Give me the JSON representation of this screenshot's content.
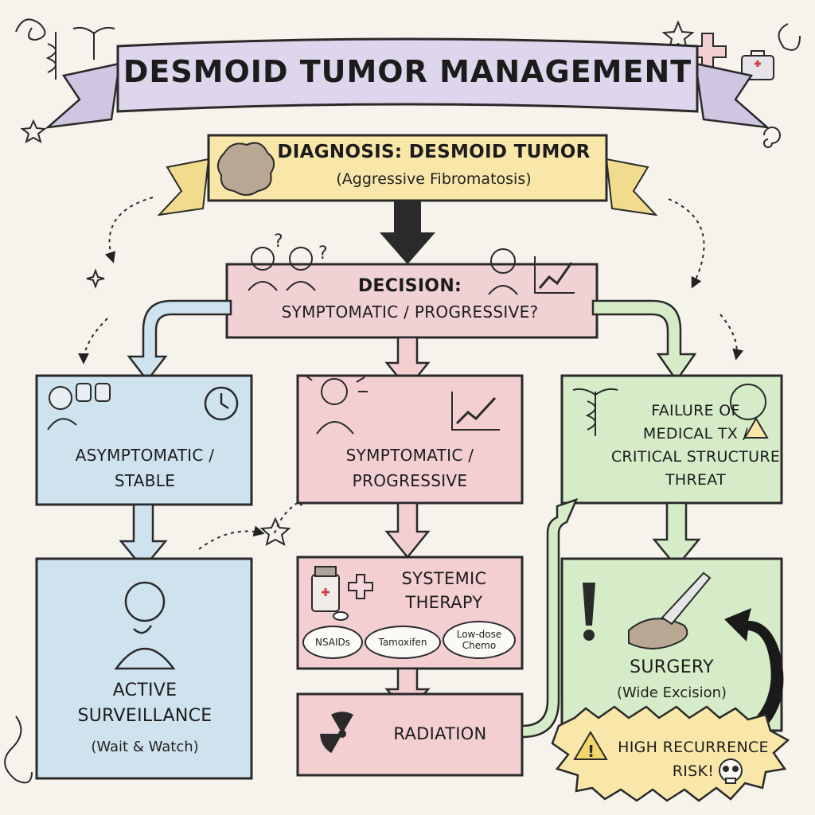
{
  "title": "Desmoid Tumor Management",
  "diagnosis": {
    "title": "DIAGNOSIS: DESMOID TUMOR",
    "subtitle": "(Aggressive Fibromatosis)"
  },
  "decision": {
    "line1": "DECISION:",
    "line2": "SYMPTOMATIC / PROGRESSIVE?"
  },
  "branches": {
    "asymptomatic": {
      "line1": "ASYMPTOMATIC /",
      "line2": "STABLE"
    },
    "symptomatic": {
      "line1": "SYMPTOMATIC /",
      "line2": "PROGRESSIVE"
    },
    "failure": {
      "line1": "FAILURE OF",
      "line2": "MEDICAL TX /",
      "line3": "CRITICAL STRUCTURE",
      "line4": "THREAT"
    }
  },
  "surveillance": {
    "line1": "ACTIVE",
    "line2": "SURVEILLANCE",
    "subtitle": "(Wait & Watch)"
  },
  "systemic": {
    "line1": "SYSTEMIC",
    "line2": "THERAPY",
    "options": [
      "NSAIDs",
      "Tamoxifen",
      "Low-dose Chemo"
    ]
  },
  "radiation": {
    "label": "RADIATION"
  },
  "surgery": {
    "label": "SURGERY",
    "subtitle": "(Wide Excision)"
  },
  "recurrence": {
    "line1": "HIGH RECURRENCE",
    "line2": "RISK!"
  },
  "colors": {
    "blue": "#cfe3ee",
    "pink": "#f3cfd2",
    "green": "#d6ecc8",
    "yellow": "#f8e7a8",
    "banner": "#ddd6ec",
    "ink": "#222222"
  }
}
